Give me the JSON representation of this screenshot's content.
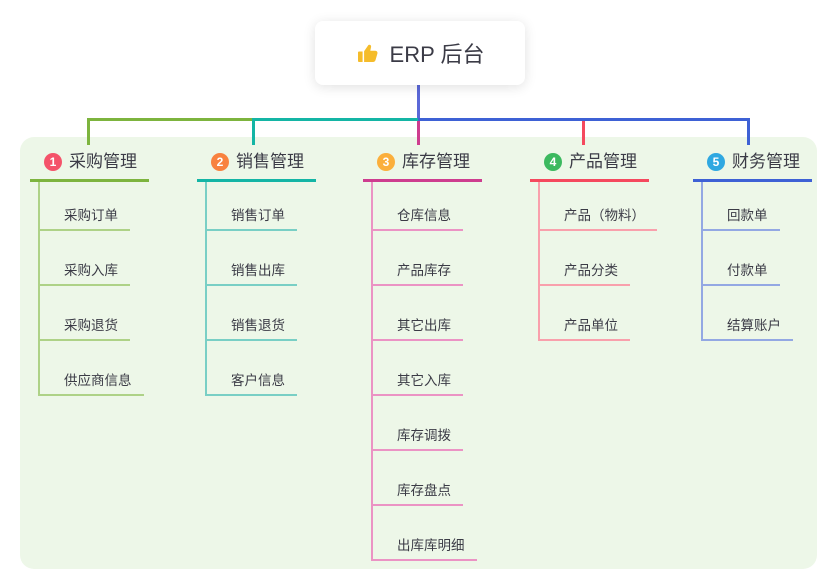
{
  "root": {
    "label": "ERP 后台",
    "icon": "thumbs-up-icon"
  },
  "connector_colors": {
    "root_line": "#5b68d8",
    "segment_green": "#7db43e",
    "segment_teal": "#14b5a5",
    "segment_blue": "#3e61d5",
    "drop_magenta": "#ce3d8f",
    "drop_red": "#f5495e"
  },
  "canvas": {
    "page_background": "#ffffff",
    "panel_background": "#edf7e8"
  },
  "branches": [
    {
      "index": "1",
      "title": "采购管理",
      "badge_color": "#f4536a",
      "line_color": "#7db43e",
      "child_line_color": "#aed287",
      "children": [
        "采购订单",
        "采购入库",
        "采购退货",
        "供应商信息"
      ]
    },
    {
      "index": "2",
      "title": "销售管理",
      "badge_color": "#f8823f",
      "line_color": "#14b5a5",
      "child_line_color": "#79cfc5",
      "children": [
        "销售订单",
        "销售出库",
        "销售退货",
        "客户信息"
      ]
    },
    {
      "index": "3",
      "title": "库存管理",
      "badge_color": "#fbaf3c",
      "line_color": "#ce3d8f",
      "child_line_color": "#eb93c4",
      "children": [
        "仓库信息",
        "产品库存",
        "其它出库",
        "其它入库",
        "库存调拨",
        "库存盘点",
        "出库库明细"
      ]
    },
    {
      "index": "4",
      "title": "产品管理",
      "badge_color": "#3cb95f",
      "line_color": "#f5495e",
      "child_line_color": "#f9a0ac",
      "children": [
        "产品（物料）",
        "产品分类",
        "产品单位"
      ]
    },
    {
      "index": "5",
      "title": "财务管理",
      "badge_color": "#2fa8e1",
      "line_color": "#3e61d5",
      "child_line_color": "#93a8e3",
      "children": [
        "回款单",
        "付款单",
        "结算账户"
      ]
    }
  ]
}
